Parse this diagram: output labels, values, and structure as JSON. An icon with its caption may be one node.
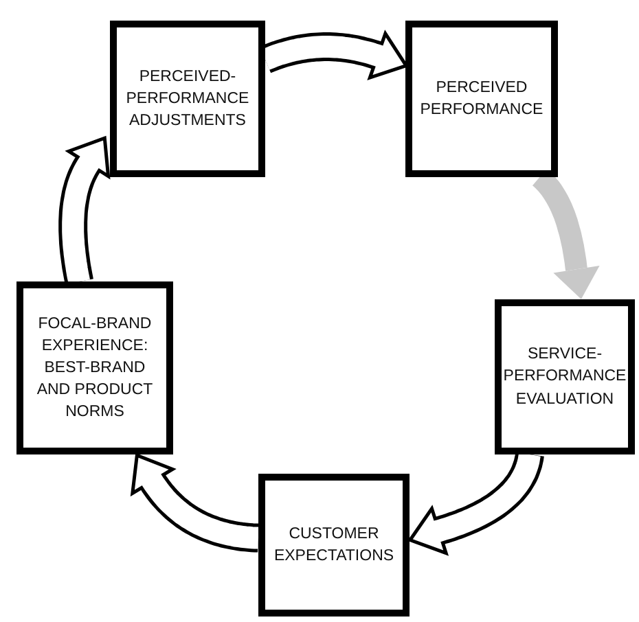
{
  "diagram": {
    "nodes": [
      {
        "text": [
          "PERCEIVED-PERFORMANCE ADJUSTMENTS"
        ]
      },
      {
        "text": [
          "PERCEIVED PERFORMANCE"
        ]
      },
      {
        "text": [
          "SERVICE-PERFORMANCE EVALUATION"
        ]
      },
      {
        "text": [
          "CUSTOMER EXPECTATIONS"
        ]
      },
      {
        "text": [
          "FOCAL-BRAND EXPERIENCE: BEST-BRAND AND PRODUCT NORMS"
        ]
      }
    ],
    "edges": [
      {
        "from": 0,
        "to": 1,
        "arrow": "to"
      },
      {
        "from": 1,
        "to": 2,
        "arrow": "to",
        "color": "#c8c8c8"
      },
      {
        "from": 2,
        "to": 3,
        "arrow": "to"
      },
      {
        "from": 3,
        "to": 4,
        "arrow": "to"
      },
      {
        "from": 4,
        "to": 0,
        "arrow": "to"
      }
    ]
  }
}
